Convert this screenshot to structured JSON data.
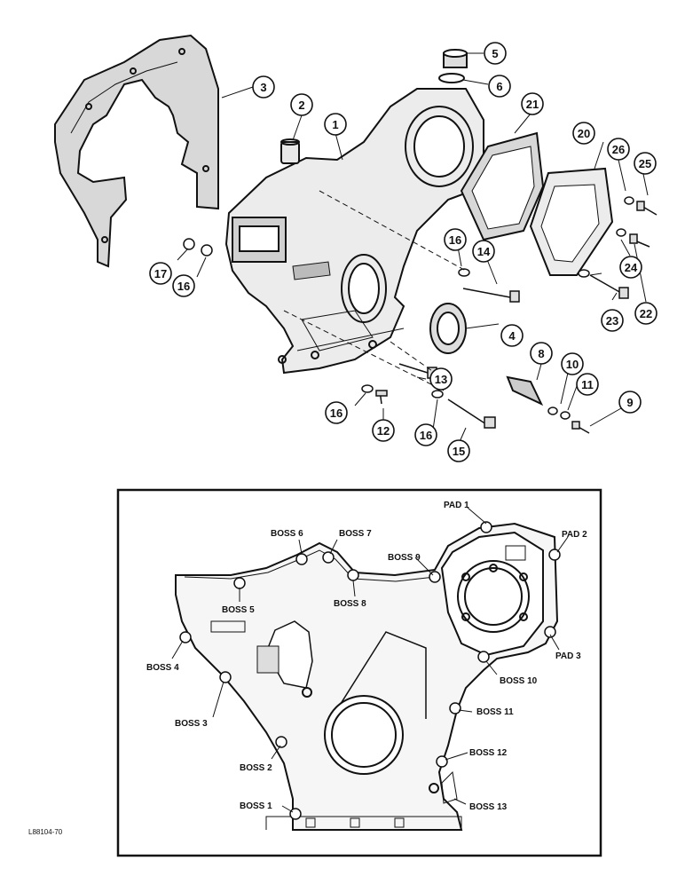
{
  "upper_callouts": [
    "1",
    "2",
    "3",
    "4",
    "5",
    "6",
    "8",
    "9",
    "10",
    "11",
    "12",
    "13",
    "14",
    "15",
    "16",
    "16",
    "16",
    "16",
    "17",
    "20",
    "21",
    "22",
    "23",
    "24",
    "25",
    "26"
  ],
  "lower_labels": [
    "PAD 1",
    "PAD 2",
    "PAD 3",
    "BOSS 1",
    "BOSS 2",
    "BOSS 3",
    "BOSS 4",
    "BOSS 5",
    "BOSS 6",
    "BOSS 7",
    "BOSS 8",
    "BOSS 9",
    "BOSS 10",
    "BOSS 11",
    "BOSS 12",
    "BOSS 13"
  ],
  "reference_code": "L88104-70"
}
